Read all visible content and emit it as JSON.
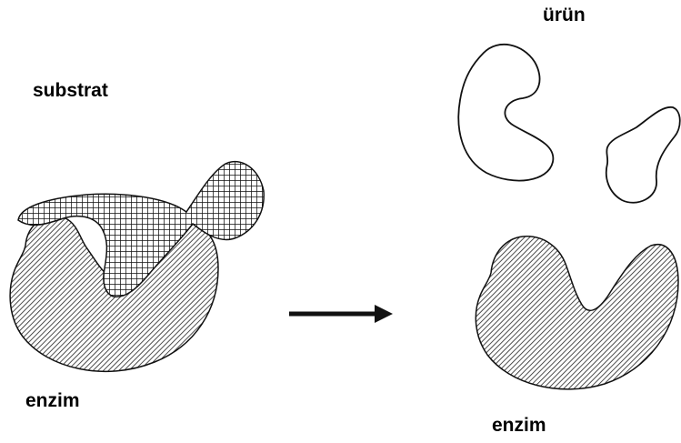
{
  "labels": {
    "substrate": "substrat",
    "product": "ürün",
    "enzyme_before": "enzim",
    "enzyme_after": "enzim"
  },
  "colors": {
    "ink": "#111111",
    "enzyme_fill": "#8a8a8a",
    "background": "#ffffff"
  }
}
